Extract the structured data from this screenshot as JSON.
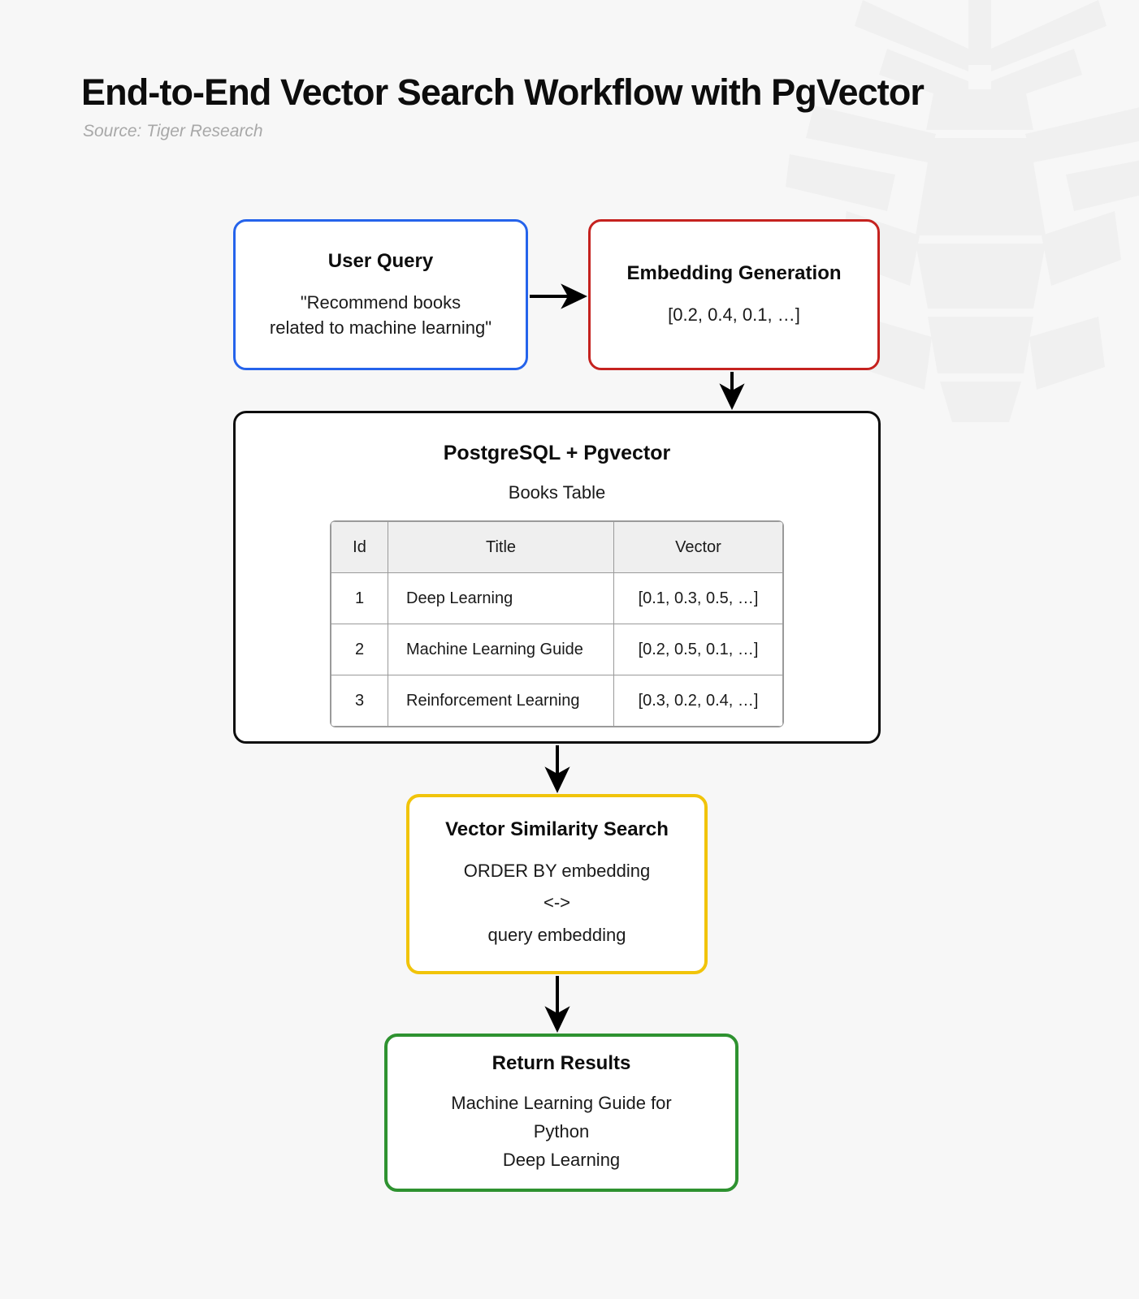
{
  "header": {
    "title": "End-to-End Vector Search Workflow with PgVector",
    "subtitle": "Source: Tiger Research"
  },
  "colors": {
    "background": "#f7f7f7",
    "user_query_border": "#2563eb",
    "embedding_border": "#c5221f",
    "postgres_border": "#0d0d0d",
    "similarity_border": "#f1c40a",
    "results_border": "#2e9230",
    "arrow": "#000000",
    "table_header_bg": "#efefef",
    "table_border": "#9a9a9a"
  },
  "diagram": {
    "user_query": {
      "title": "User Query",
      "line1": "\"Recommend books",
      "line2": "related to machine learning\""
    },
    "embedding": {
      "title": "Embedding Generation",
      "vector": "[0.2, 0.4, 0.1, …]"
    },
    "postgres": {
      "title": "PostgreSQL + Pgvector",
      "subtitle": "Books Table",
      "table": {
        "columns": [
          "Id",
          "Title",
          "Vector"
        ],
        "rows": [
          [
            "1",
            "Deep Learning",
            "[0.1, 0.3, 0.5, …]"
          ],
          [
            "2",
            "Machine Learning Guide",
            "[0.2, 0.5, 0.1, …]"
          ],
          [
            "3",
            "Reinforcement Learning",
            "[0.3, 0.2, 0.4, …]"
          ]
        ]
      }
    },
    "similarity": {
      "title": "Vector Similarity Search",
      "line1": "ORDER BY embedding",
      "line2": "<->",
      "line3": "query embedding"
    },
    "results": {
      "title": "Return Results",
      "line1": "Machine Learning Guide for",
      "line2": "Python",
      "line3": "Deep Learning"
    }
  }
}
